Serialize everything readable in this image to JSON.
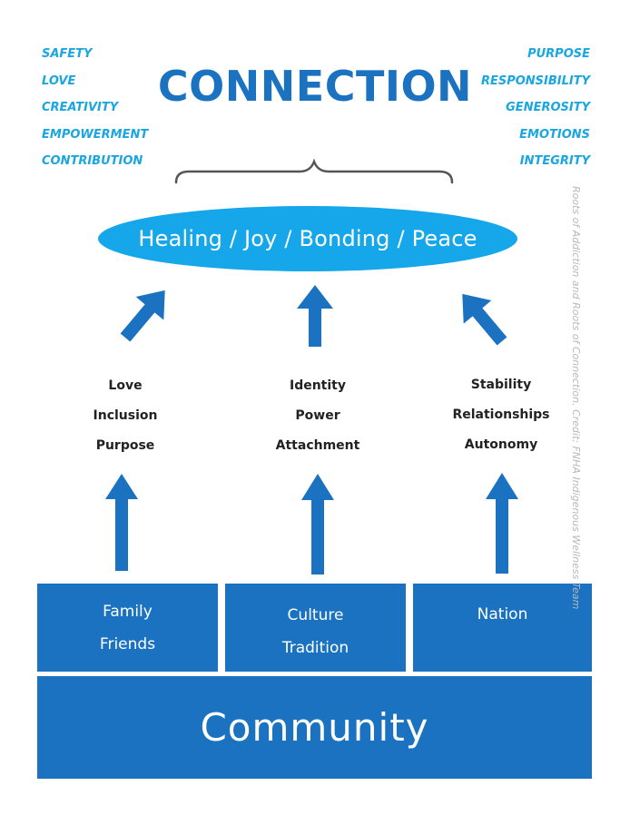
{
  "title": "CONNECTION",
  "left_words": [
    "SAFETY",
    "LOVE",
    "CREATIVITY",
    "EMPOWERMENT",
    "CONTRIBUTION"
  ],
  "right_words": [
    "PURPOSE",
    "RESPONSIBILITY",
    "GENEROSITY",
    "EMOTIONS",
    "INTEGRITY"
  ],
  "outcome": "Healing / Joy / Bonding / Peace",
  "columns": [
    [
      "Love",
      "Inclusion",
      "Purpose"
    ],
    [
      "Identity",
      "Power",
      "Attachment"
    ],
    [
      "Stability",
      "Relationships",
      "Autonomy"
    ]
  ],
  "boxes": [
    [
      "Family",
      "Friends"
    ],
    [
      "Culture",
      "Tradition"
    ],
    [
      "Nation"
    ]
  ],
  "foundation": "Community",
  "credit": "Roots of Addiction and Roots of Connection. Credit: FNHA Indigenous Wellness Team",
  "colors": {
    "dark_blue": "#1a72c0",
    "light_blue": "#1aa6e0",
    "ellipse_blue": "#16a7ea",
    "arrow_blue": "#1a72c0"
  }
}
